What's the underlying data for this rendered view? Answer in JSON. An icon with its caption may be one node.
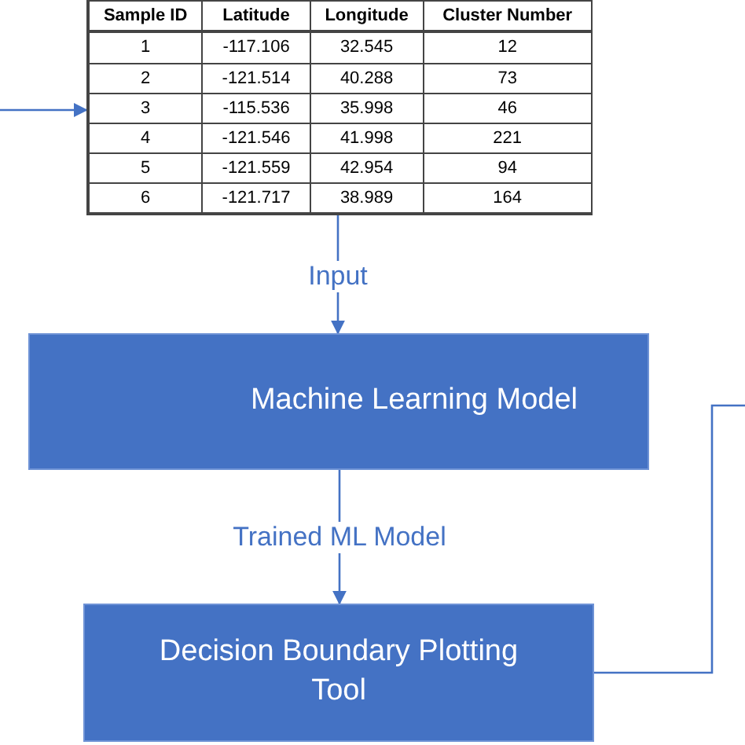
{
  "diagram": {
    "nodes": [
      {
        "text": [
          "Sample ID",
          "Latitude",
          "Longitude",
          "Cluster Number",
          "1",
          "-117.106",
          "32.545",
          "12",
          "2",
          "-121.514",
          "40.288",
          "73",
          "3",
          "-115.536",
          "35.998",
          "46",
          "4",
          "-121.546",
          "41.998",
          "221",
          "5",
          "-121.559",
          "42.954",
          "94",
          "6",
          "-121.717",
          "38.989",
          "164"
        ]
      },
      {
        "text": [
          "Machine Learning Model"
        ]
      },
      {
        "text": [
          "Decision Boundary Plotting Tool"
        ]
      }
    ],
    "edges": [
      {
        "from": null,
        "to": 0,
        "arrow": "to"
      },
      {
        "from": 0,
        "to": 1,
        "label": "Input",
        "arrow": "to"
      },
      {
        "from": 1,
        "to": 2,
        "label": "Trained ML Model",
        "arrow": "to"
      },
      {
        "from": 2,
        "to": null,
        "arrow": "none"
      }
    ]
  }
}
